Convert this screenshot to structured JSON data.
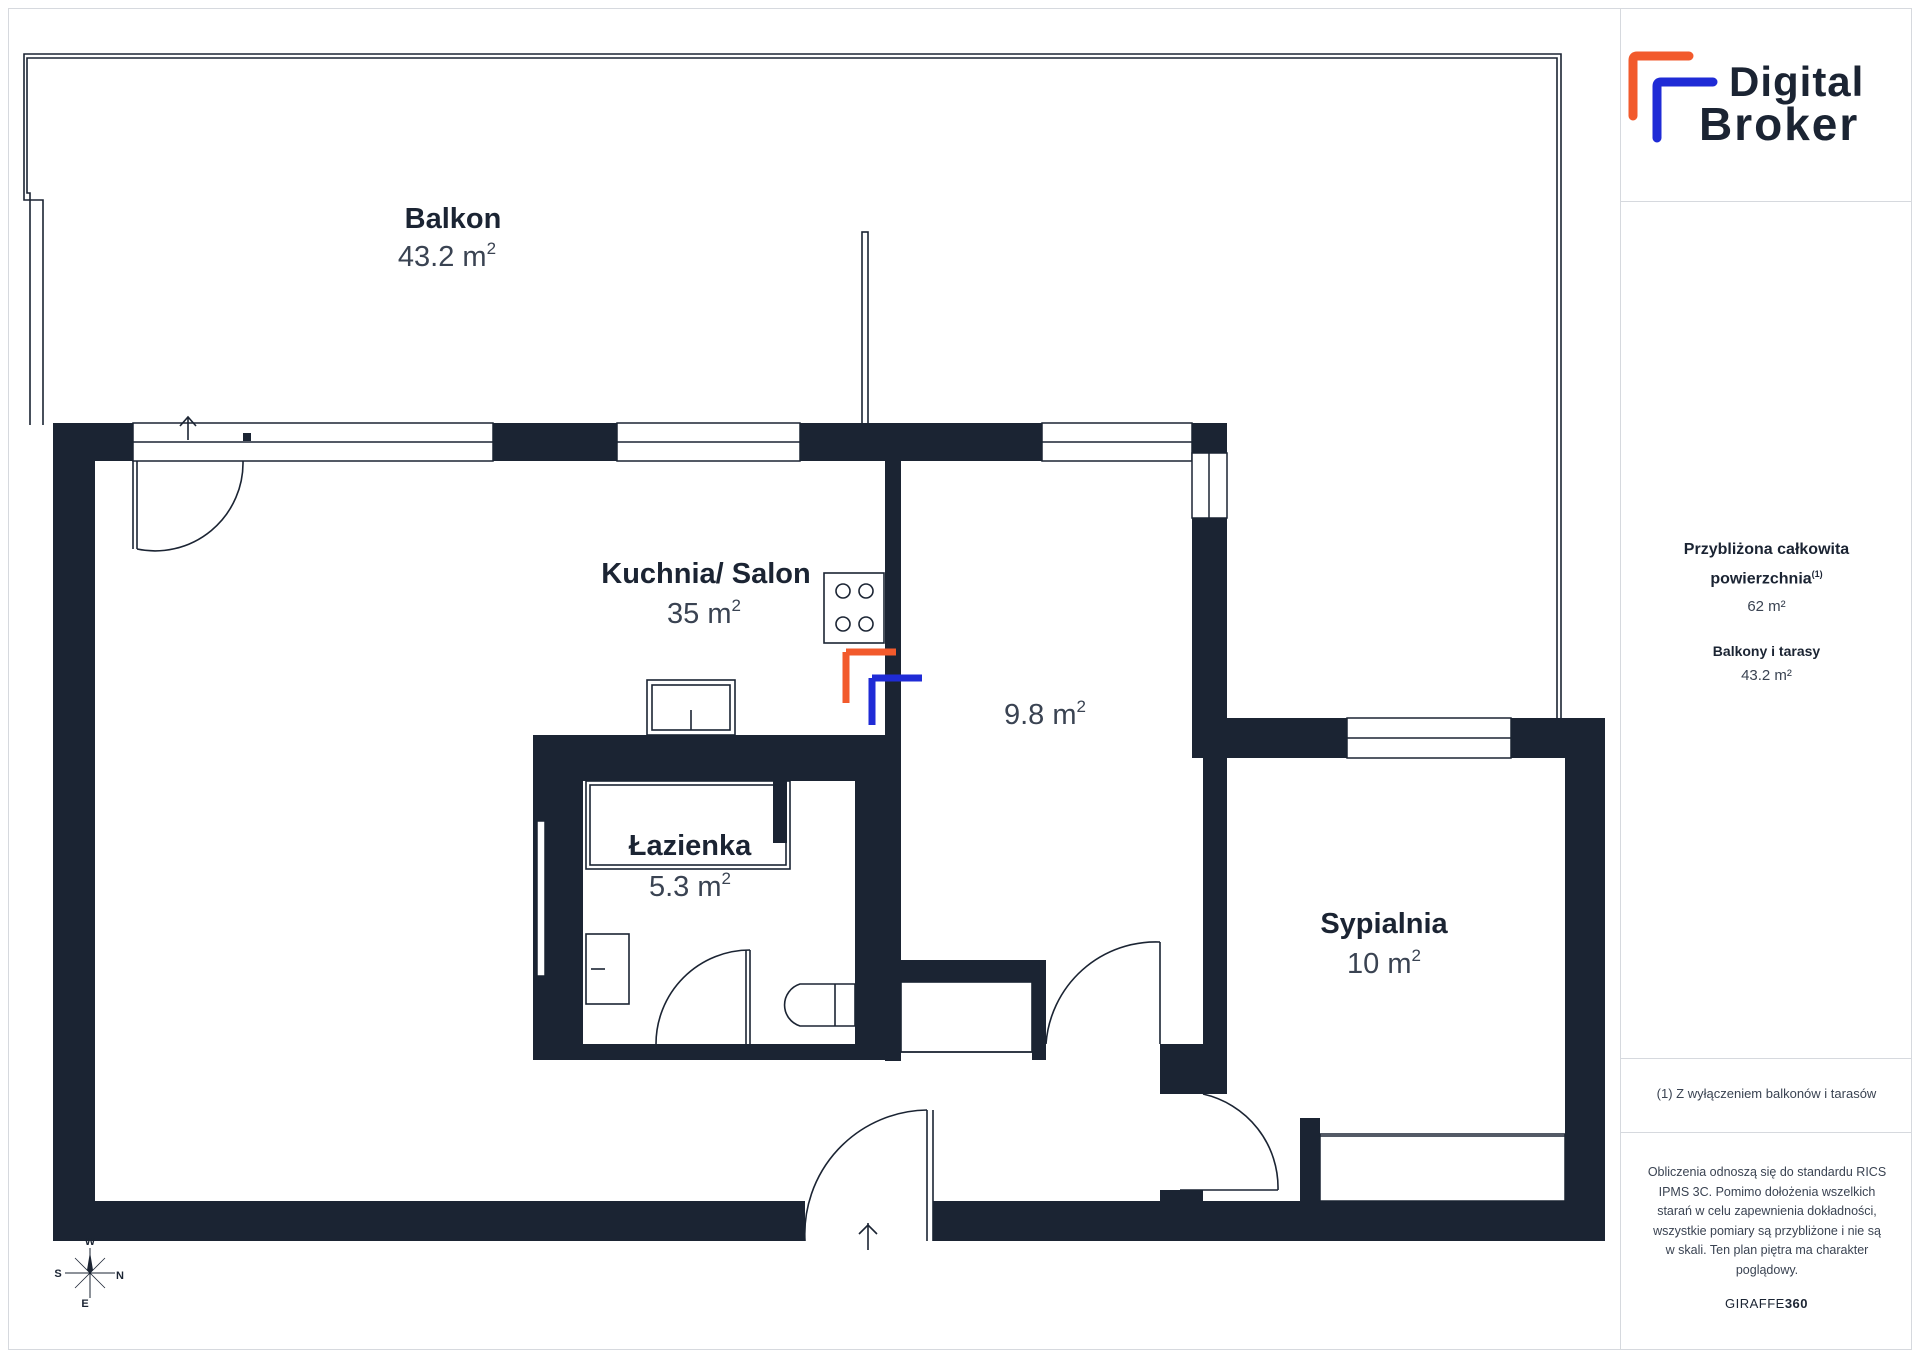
{
  "brand": {
    "line1": "Digital",
    "line2": "Broker",
    "accent_orange": "#f25a2c",
    "accent_blue": "#1f2bd6"
  },
  "rooms": [
    {
      "id": "balkon",
      "name": "Balkon",
      "area": "43.2 m",
      "sup": "2"
    },
    {
      "id": "kuchnia",
      "name": "Kuchnia/ Salon",
      "area": "35 m",
      "sup": "2"
    },
    {
      "id": "unnamed",
      "name": "",
      "area": "9.8 m",
      "sup": "2"
    },
    {
      "id": "lazienka",
      "name": "Łazienka",
      "area": "5.3 m",
      "sup": "2"
    },
    {
      "id": "sypialnia",
      "name": "Sypialnia",
      "area": "10 m",
      "sup": "2"
    }
  ],
  "compass": {
    "top": "W",
    "left": "S",
    "right": "N",
    "bottom": "E"
  },
  "summary": {
    "total_label_line1": "Przybliżona całkowita",
    "total_label_line2": "powierzchnia",
    "total_label_sup": "(1)",
    "total_value": "62 m²",
    "balcony_label": "Balkony i tarasy",
    "balcony_value": "43.2 m²"
  },
  "footnote": "(1) Z wyłączeniem balkonów i tarasów",
  "disclaimer": "Obliczenia odnoszą się do standardu RICS IPMS 3C. Pomimo dołożenia wszelkich starań w celu zapewnienia dokładności, wszystkie pomiary są przybliżone i nie są w skali. Ten plan piętra ma charakter poglądowy.",
  "credit": {
    "prefix": "GIRAFFE",
    "suffix": "360"
  },
  "colors": {
    "wall": "#1b2433",
    "text": "#1b2433",
    "muted": "#3a4352",
    "border": "#d6d9de"
  }
}
